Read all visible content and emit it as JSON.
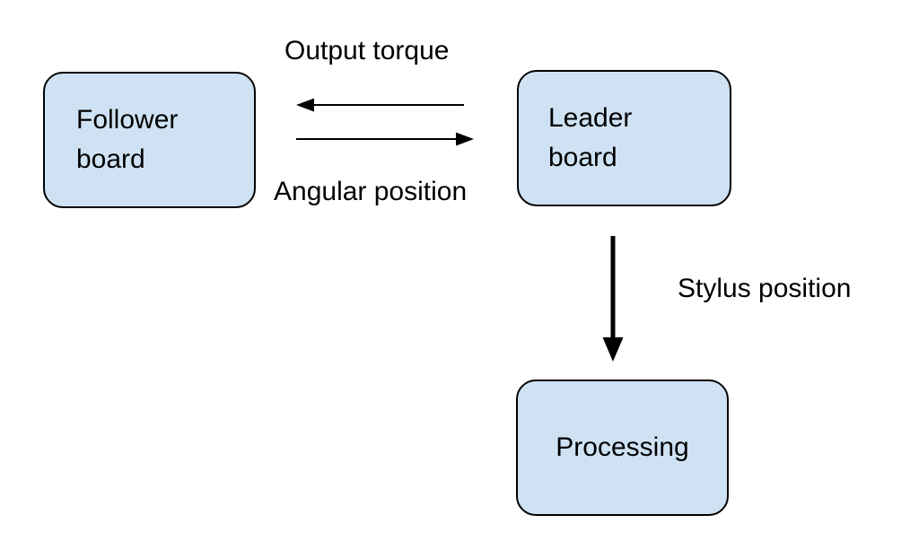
{
  "diagram": {
    "background_color": "#ffffff",
    "node_fill_color": "#cfe2f3",
    "node_border_color": "#000000",
    "arrow_color": "#000000",
    "text_color": "#000000",
    "nodes": {
      "follower_board": {
        "label": "Follower\nboard"
      },
      "leader_board": {
        "label": "Leader\nboard"
      },
      "processing": {
        "label": "Processing"
      }
    },
    "edges": {
      "output_torque": {
        "label": "Output torque",
        "from": "leader_board",
        "to": "follower_board",
        "direction": "left"
      },
      "angular_position": {
        "label": "Angular position",
        "from": "follower_board",
        "to": "leader_board",
        "direction": "right"
      },
      "stylus_position": {
        "label": "Stylus position",
        "from": "leader_board",
        "to": "processing",
        "direction": "down"
      }
    }
  }
}
